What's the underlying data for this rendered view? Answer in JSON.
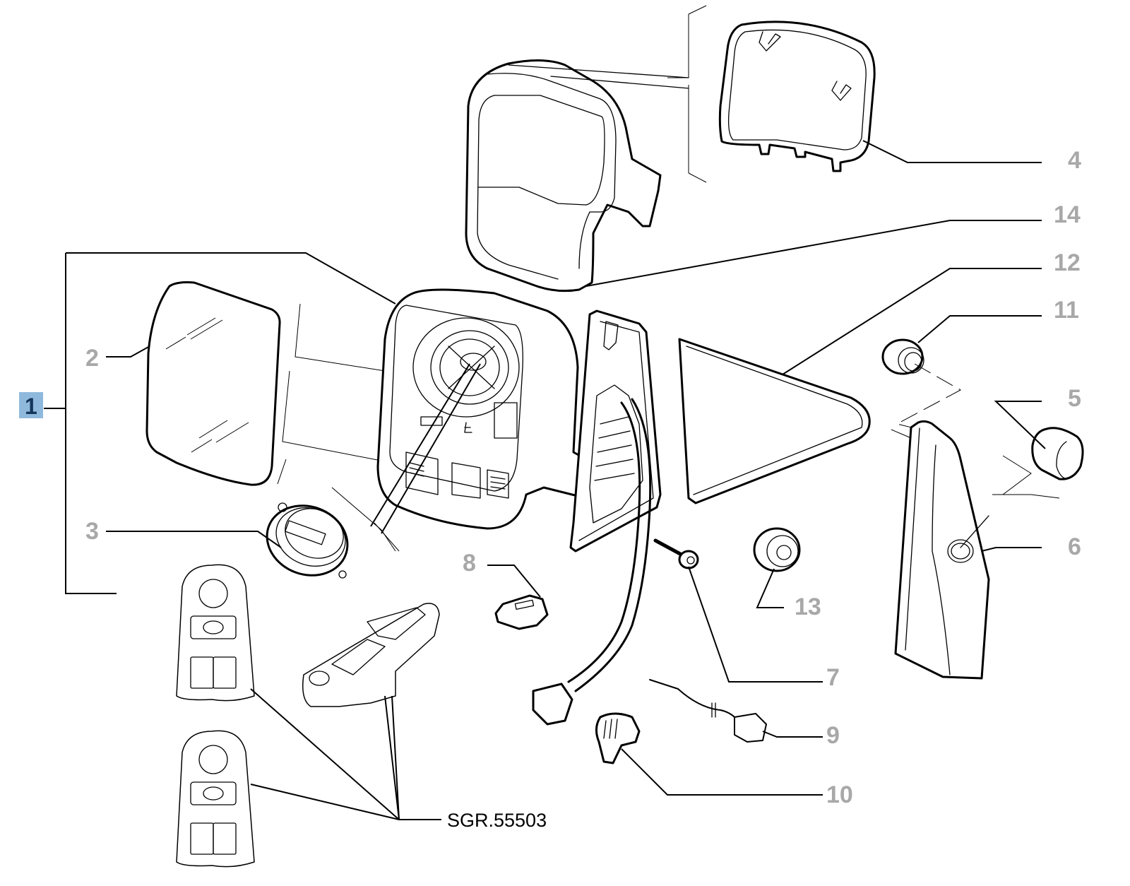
{
  "diagram": {
    "type": "exploded-parts-diagram",
    "subject": "exterior rear-view mirror assembly",
    "assembly_label": {
      "number": "1",
      "highlight_color": "#8fb9dc",
      "text_color": "#14365a"
    },
    "callouts": [
      {
        "number": "2",
        "part": "mirror glass"
      },
      {
        "number": "3",
        "part": "mirror adjustment motor"
      },
      {
        "number": "4",
        "part": "mirror cover cap"
      },
      {
        "number": "5",
        "part": "cap / plug"
      },
      {
        "number": "6",
        "part": "mirror base trim cover"
      },
      {
        "number": "7",
        "part": "screw"
      },
      {
        "number": "8",
        "part": "connector"
      },
      {
        "number": "9",
        "part": "antenna lead / sensor cable"
      },
      {
        "number": "10",
        "part": "connector clip"
      },
      {
        "number": "11",
        "part": "grommet"
      },
      {
        "number": "12",
        "part": "triangular mirror glass"
      },
      {
        "number": "13",
        "part": "grommet / plug"
      },
      {
        "number": "14",
        "part": "mirror housing cover"
      }
    ],
    "reference": "SGR.55503",
    "callout_color": "#a8a8a8",
    "line_color": "#000000"
  }
}
